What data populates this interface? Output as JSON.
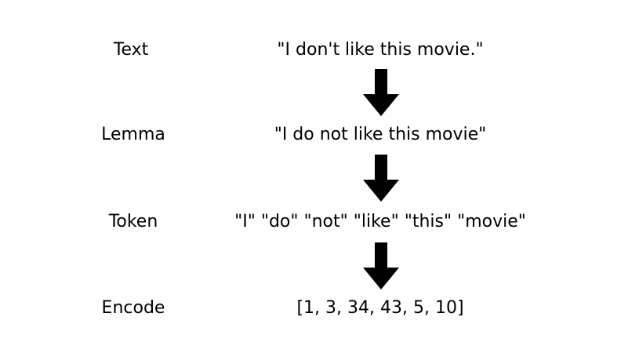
{
  "steps": [
    {
      "label": "Text",
      "content": "\"I don't like this movie.\""
    },
    {
      "label": "Lemma",
      "content": "\"I do not like this movie\""
    },
    {
      "label": "Token",
      "content": "\"I\" \"do\" \"not\" \"like\" \"this\" \"movie\""
    },
    {
      "label": "Encode",
      "content": "[1, 3, 34, 43, 5, 10]"
    }
  ],
  "colors": {
    "text": "#000000",
    "arrow": "#000000",
    "background": "#ffffff"
  },
  "icons": {
    "arrow": "down-arrow-icon"
  }
}
